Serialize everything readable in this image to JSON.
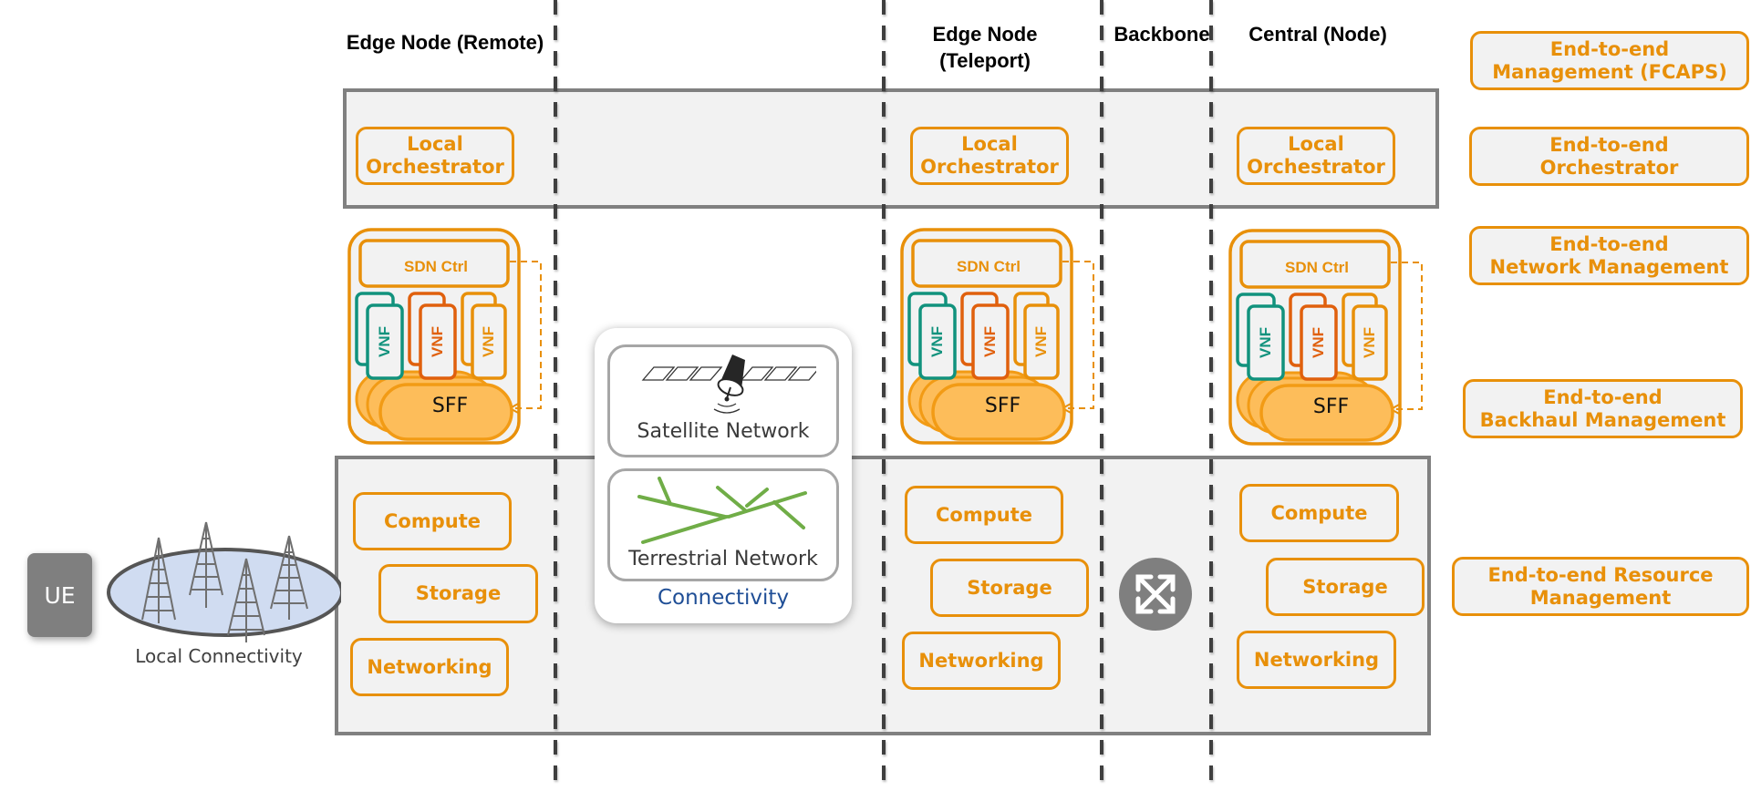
{
  "columns": {
    "edge_remote": "Edge Node (Remote)",
    "edge_teleport": "Edge Node\n(Teleport)",
    "backbone": "Backbone",
    "central": "Central (Node)"
  },
  "orchestration_layer": {
    "local_orchestrators": [
      "Local\nOrchestrator",
      "Local\nOrchestrator",
      "Local\nOrchestrator"
    ]
  },
  "sdn_blocks": [
    {
      "controller": "SDN Ctrl",
      "vnfs": [
        "VNF",
        "VNF",
        "VNF"
      ],
      "forwarder": "SFF"
    },
    {
      "controller": "SDN Ctrl",
      "vnfs": [
        "VNF",
        "VNF",
        "VNF"
      ],
      "forwarder": "SFF"
    },
    {
      "controller": "SDN Ctrl",
      "vnfs": [
        "VNF",
        "VNF",
        "VNF"
      ],
      "forwarder": "SFF"
    }
  ],
  "vnf_colors": [
    "#11927d",
    "#e0600d",
    "#e8900a"
  ],
  "resource_layer": {
    "nodes": [
      {
        "compute": "Compute",
        "storage": "Storage",
        "networking": "Networking"
      },
      {
        "compute": "Compute",
        "storage": "Storage",
        "networking": "Networking"
      },
      {
        "compute": "Compute",
        "storage": "Storage",
        "networking": "Networking"
      }
    ],
    "backbone_icon": "crossing-arrows-icon"
  },
  "connectivity": {
    "satellite": "Satellite Network",
    "terrestrial": "Terrestrial Network",
    "label": "Connectivity"
  },
  "access": {
    "ue": "UE",
    "local_connectivity": "Local Connectivity"
  },
  "management": [
    "End-to-end\nManagement (FCAPS)",
    "End-to-end\nOrchestrator",
    "End-to-end\nNetwork Management",
    "End-to-end\nBackhaul Management",
    "End-to-end Resource\nManagement"
  ],
  "colors": {
    "accent_orange": "#e8900a",
    "sff_fill": "#fdbd5a",
    "band_fill": "#f2f2f2",
    "band_border": "#808080",
    "connectivity_blue": "#1f4e96",
    "terrestrial_green": "#70ad47"
  }
}
